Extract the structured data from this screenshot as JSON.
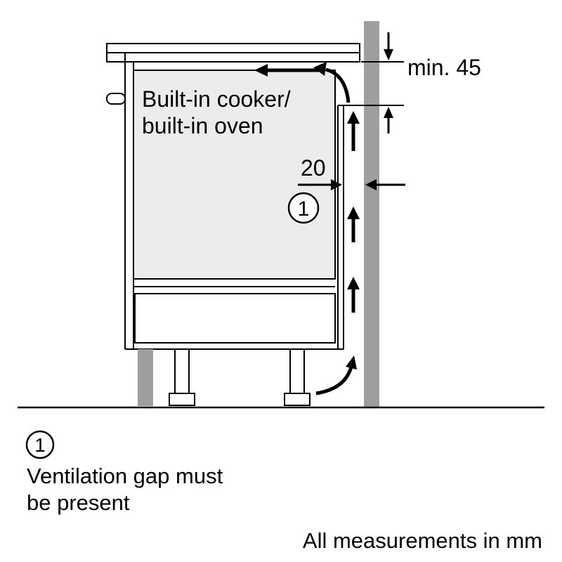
{
  "diagram": {
    "cooker_label_line1": "Built-in cooker/",
    "cooker_label_line2": "built-in oven",
    "dim_top_label": "min. 45",
    "dim_gap_label": "20",
    "callout_number": "1"
  },
  "legend": {
    "callout_number": "1",
    "text_line1": "Ventilation gap must",
    "text_line2": "be present"
  },
  "footer": {
    "note": "All measurements in mm"
  },
  "colors": {
    "wall": "#9e9e9e",
    "cabinet_fill": "#ececec",
    "line": "#000000",
    "background": "#ffffff"
  }
}
